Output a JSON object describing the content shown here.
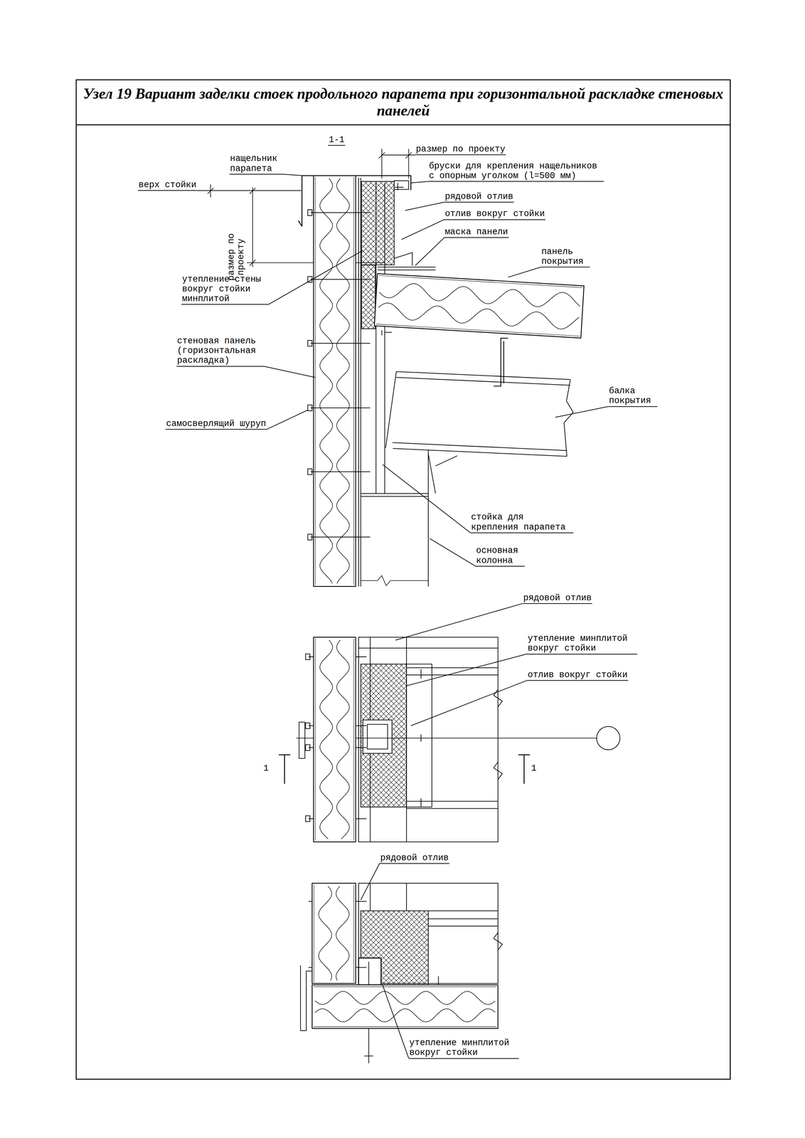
{
  "diagram": {
    "title": "Узел 19 Вариант заделки стоек продольного парапета при горизонтальной раскладке стеновых панелей",
    "labels": [
      "1-1",
      "размер по проекту",
      "нащельник парапета",
      "бруски для крепления нащельников с опорным уголком (l=500 мм)",
      "верх стойки",
      "рядовой отлив",
      "отлив вокруг стойки",
      "размер по проекту",
      "маска панели",
      "панель покрытия",
      "утепление стены вокруг стойки минплитой",
      "стеновая панель (горизонтальная раскладка)",
      "самосверлящий шуруп",
      "балка покрытия",
      "стойка для крепления парапета",
      "основная колонна",
      "рядовой отлив",
      "утепление минплитой вокруг стойки",
      "отлив вокруг стойки",
      "1",
      "1",
      "рядовой отлив",
      "утепление минплитой вокруг стойки"
    ]
  }
}
